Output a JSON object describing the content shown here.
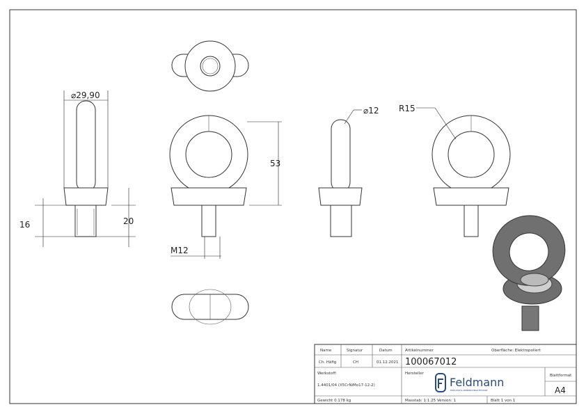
{
  "dimensions": {
    "diameter_collar": "⌀29,90",
    "length_16": "16",
    "length_20": "20",
    "height_53": "53",
    "thread": "M12",
    "diameter_ring": "⌀12",
    "radius": "R15"
  },
  "title_block": {
    "name_label": "Name",
    "signature_label": "Signatur",
    "date_label": "Datum",
    "name": "Ch. Häfig",
    "signature": "CH",
    "date": "01.12.2021",
    "article_label": "Artikelnummer",
    "article_number": "100067012",
    "surface": "Oberfläche: Elektropoliert",
    "material_label": "Werkstoff:",
    "material": "1.4401/04 (X5CrNiMo17-12-2)",
    "manufacturer_label": "Hersteller",
    "brand": "Feldmann",
    "brand_tagline": "EDELSTAHL-VERBINDUNGSTECHNIK",
    "sheet_format_label": "Blattformat",
    "sheet_format": "A4",
    "weight": "Gewicht 0.178 kg",
    "scale_version": "Masstab: 1:1.25   Version: 1",
    "sheet": "Blatt 1 von 1"
  },
  "colors": {
    "line": "#333333",
    "brand": "#2b4a7a",
    "part_shade": "#6e6e6e"
  }
}
